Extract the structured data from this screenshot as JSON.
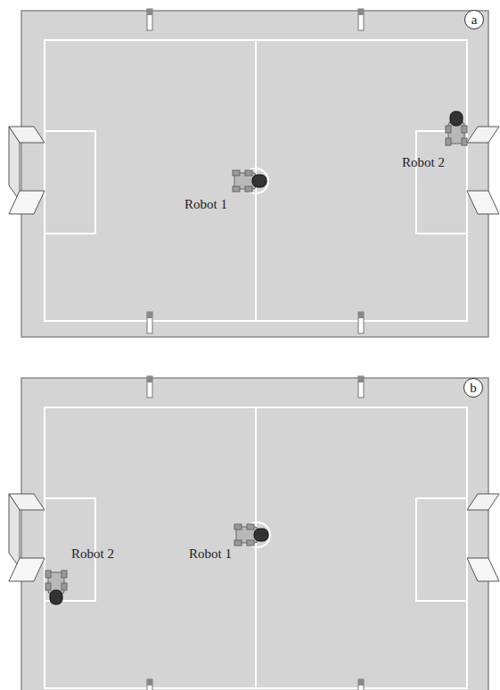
{
  "diagram": {
    "nodes": [
      {
        "text": [
          "a"
        ]
      },
      {
        "text": [
          "b"
        ]
      }
    ],
    "labels": [
      "Robot 1",
      "Robot 2",
      "Robot 2",
      "Robot 1"
    ]
  }
}
